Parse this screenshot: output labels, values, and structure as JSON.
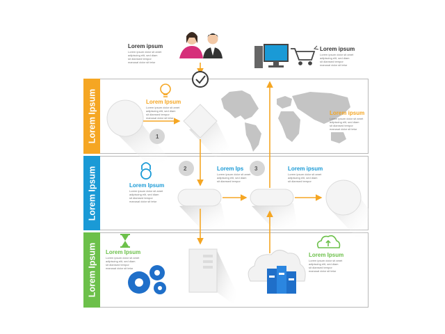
{
  "colors": {
    "orange": "#f5a623",
    "blue": "#1a9ad6",
    "green": "#6cc04a",
    "dark": "#3a3a3a",
    "grey": "#c8c8c8",
    "gear": "#1f6fc9",
    "pink": "#d62f7a"
  },
  "lanes": [
    {
      "label": "Lorem Ipsum"
    },
    {
      "label": "Lorem Ipsum"
    },
    {
      "label": "Lorem Ipsum"
    }
  ],
  "top": {
    "people_title": "Lorem ipsum",
    "people_text": "Lorem ipsum dolor sit amet\nadipiscing elit, sed diam\nsit diamsed tempor\nmanusal dolor sit tetur",
    "shop_title": "Lorem ipsum",
    "shop_text": "Lorem ipsum dolor sit amet\nadipiscing elit, sed diam\nsit diamsed tempor\nmanusal dolor sit tetur"
  },
  "lane1": {
    "bulb_title": "Lorem Ipsum",
    "bulb_text": "Lorem ipsum dolor sit amet\nadipiscing elit, sed diam\nsit diamsed tempor\nmanusal dolor sit tetur",
    "map_title": "Lorem ipsum",
    "map_text": "Lorem ipsum dolor sit amet\nadipiscing elit, sed diam\nsit diamsed tempor\nmanusal dolor sit tetur",
    "step": "1"
  },
  "lane2": {
    "lock_title": "Lorem Ipsum",
    "lock_text": "Lorem ipsum dolor sit amet\nadipiscing elit, sed diam\nsit diamsed tempor\nmanusal dolor sit tetur",
    "mid_title": "Lorem Ips",
    "mid_text": "Lorem ipsum dolor sit amet\nadipiscing elit, sed diam\nsit diamsed tempor",
    "right_title": "Lorem ipsum",
    "right_text": "Lorem ipsum dolor sit amet\nadipiscing elit, sed diam\nsit diamsed tempor",
    "step2": "2",
    "step3": "3"
  },
  "lane3": {
    "hourglass_title": "Lorem Ipsum",
    "hourglass_text": "Lorem ipsum dolor sit amet\nadipiscing elit, sed diam\nsit diamsed tempor\nmanusal dolor sit tetur",
    "cloud_title": "Lorem Ipsum",
    "cloud_text": "Lorem ipsum dolor sit amet\nadipiscing elit, sed diam\nsit diamsed tempor\nmanusal dolor sit tetur"
  }
}
